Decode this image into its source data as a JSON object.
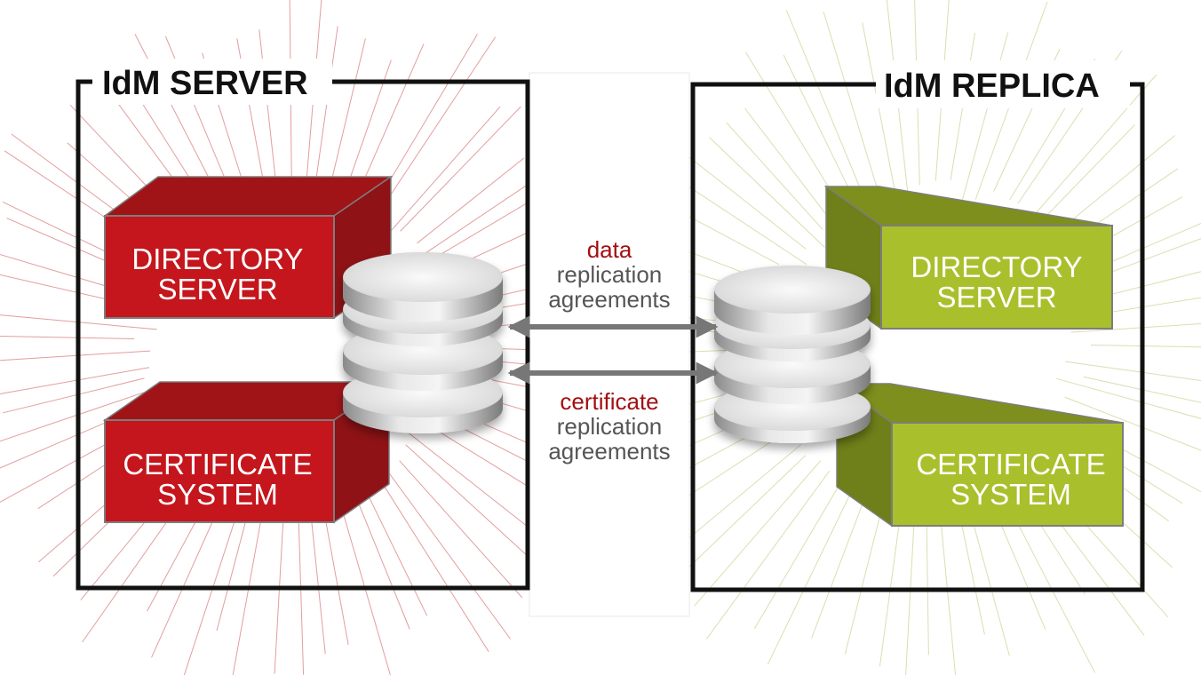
{
  "server": {
    "title": "IdM SERVER",
    "box1": {
      "line1": "DIRECTORY",
      "line2": "SERVER"
    },
    "box2": {
      "line1": "CERTIFICATE",
      "line2": "SYSTEM"
    }
  },
  "replica": {
    "title": "IdM REPLICA",
    "box1": {
      "line1": "DIRECTORY",
      "line2": "SERVER"
    },
    "box2": {
      "line1": "CERTIFICATE",
      "line2": "SYSTEM"
    }
  },
  "links": {
    "data": {
      "keyword": "data",
      "line2": "replication",
      "line3": "agreements"
    },
    "certificate": {
      "keyword": "certificate",
      "line2": "replication",
      "line3": "agreements"
    }
  },
  "colors": {
    "server_front": "#c4161c",
    "server_top": "#a01418",
    "server_side": "#8e1216",
    "replica_front": "#a9c02c",
    "replica_top": "#7e8f1e",
    "replica_side": "#6f7f19",
    "keyword": "#a30f12",
    "link_text": "#555555",
    "arrow": "#777777"
  }
}
